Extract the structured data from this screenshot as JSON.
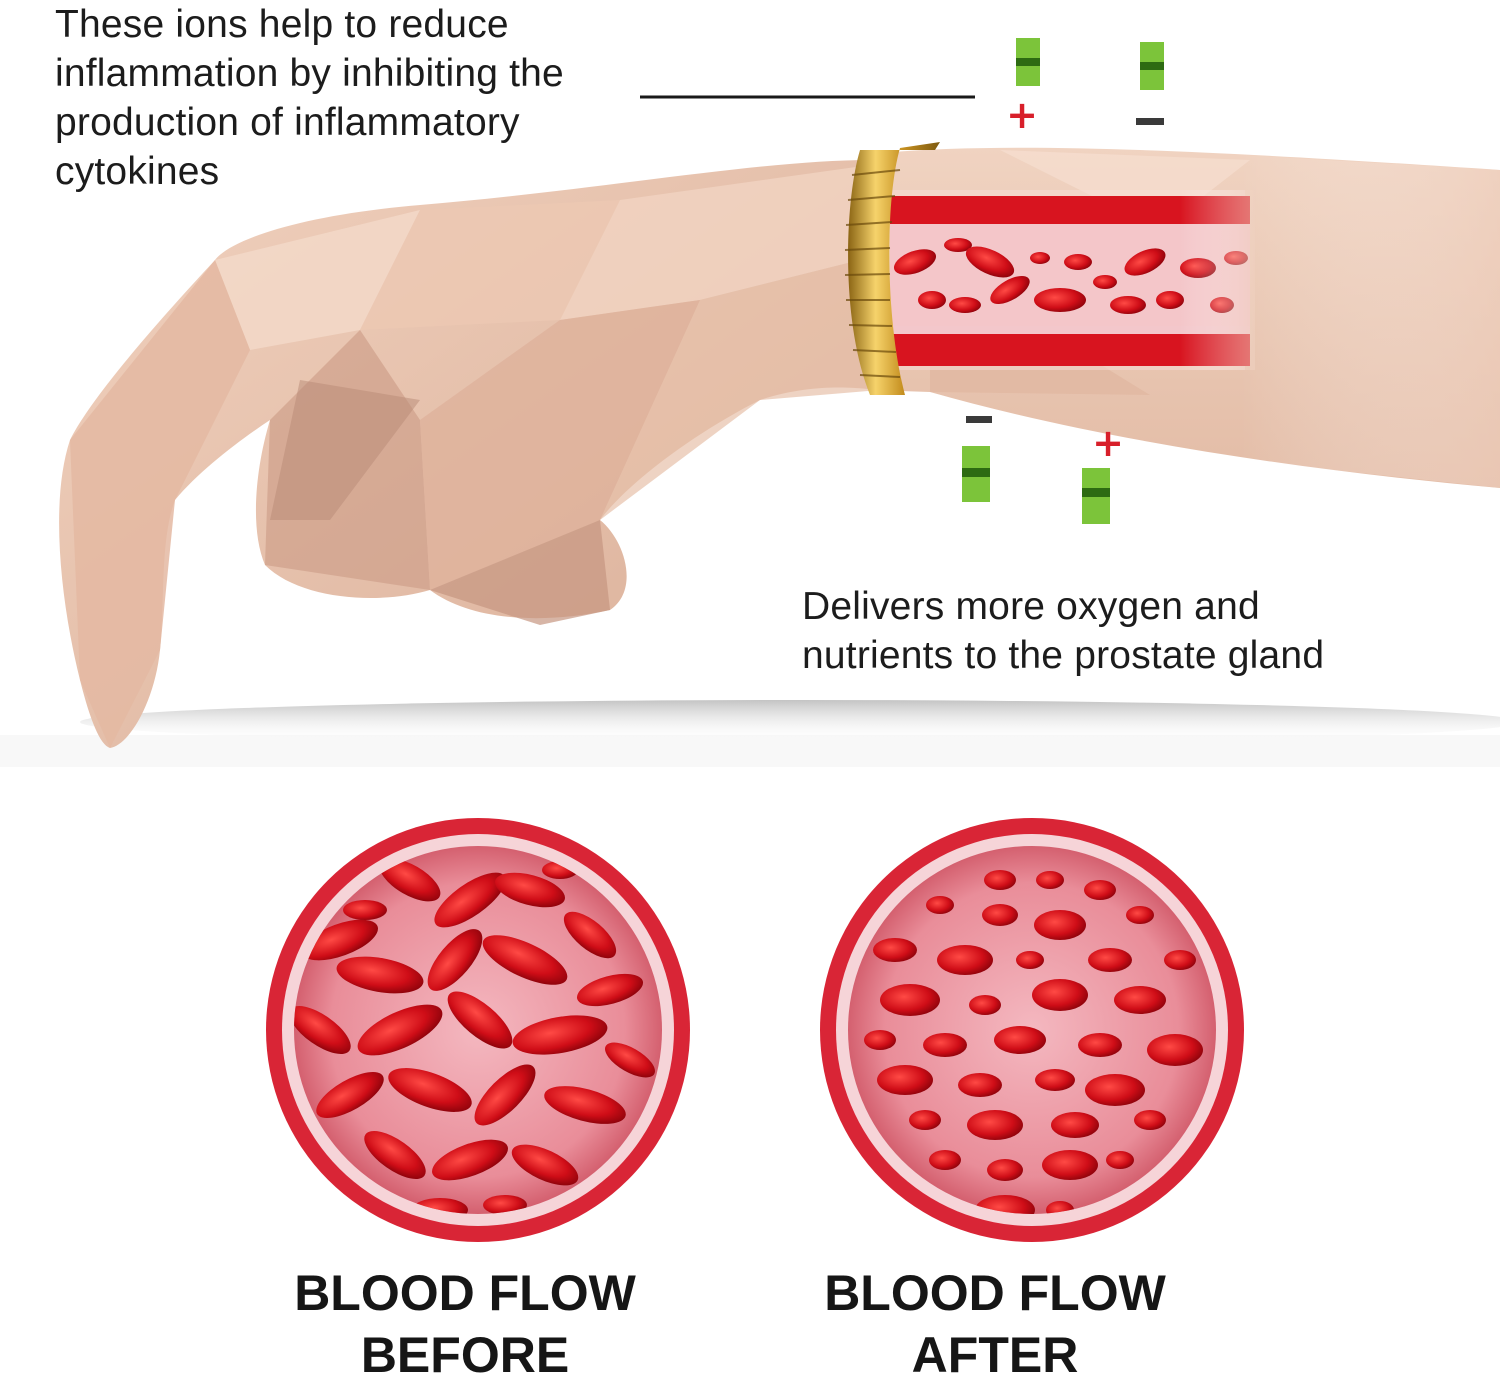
{
  "callouts": {
    "inflammation_lines": [
      "These ions help to reduce",
      "inflammation by inhibiting the",
      "production of inflammatory",
      "cytokines"
    ],
    "oxygen_lines": [
      "Delivers more oxygen and",
      "nutrients to the prostate gland"
    ]
  },
  "comparison": {
    "before_lines": [
      "BLOOD FLOW",
      "BEFORE"
    ],
    "after_lines": [
      "BLOOD FLOW",
      "AFTER"
    ]
  },
  "ion_signs": {
    "plus": "+",
    "minus": "−"
  },
  "colors": {
    "skin": "#e8c3ac",
    "skin_shadow": "#c99c86",
    "vessel_red": "#d8141f",
    "vessel_inner": "#f2c3c8",
    "cell_red": "#c70c16",
    "ion_green": "#7cc43a",
    "bracelet_gold": "#d6a52f"
  }
}
